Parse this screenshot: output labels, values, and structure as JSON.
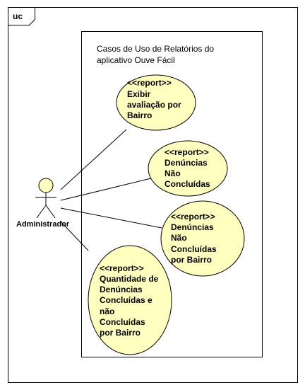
{
  "frame": {
    "label": "uc"
  },
  "system_boundary": {
    "title_lines": [
      "Casos de Uso de Relatórios do",
      "aplicativo Ouve Fácil"
    ]
  },
  "actor": {
    "name": "Administrador"
  },
  "colors": {
    "use_case_fill": "#ffffc0",
    "stroke": "#000000",
    "actor_head_fill": "#ffffc0"
  },
  "use_cases": [
    {
      "id": "uc1",
      "lines": [
        "<<report>>",
        "Exibir",
        "avaliação por",
        "Bairro"
      ]
    },
    {
      "id": "uc2",
      "lines": [
        "<<report>>",
        "Denúncias",
        "Não",
        "Concluídas"
      ]
    },
    {
      "id": "uc3",
      "lines": [
        "<<report>>",
        "Denúncias",
        "Não",
        "Concluídas",
        "por Bairro"
      ]
    },
    {
      "id": "uc4",
      "lines": [
        "<<report>>",
        "Quantidade de",
        "Denúncias",
        "Concluídas e",
        "não",
        "Concluídas",
        "por Bairro"
      ]
    }
  ]
}
